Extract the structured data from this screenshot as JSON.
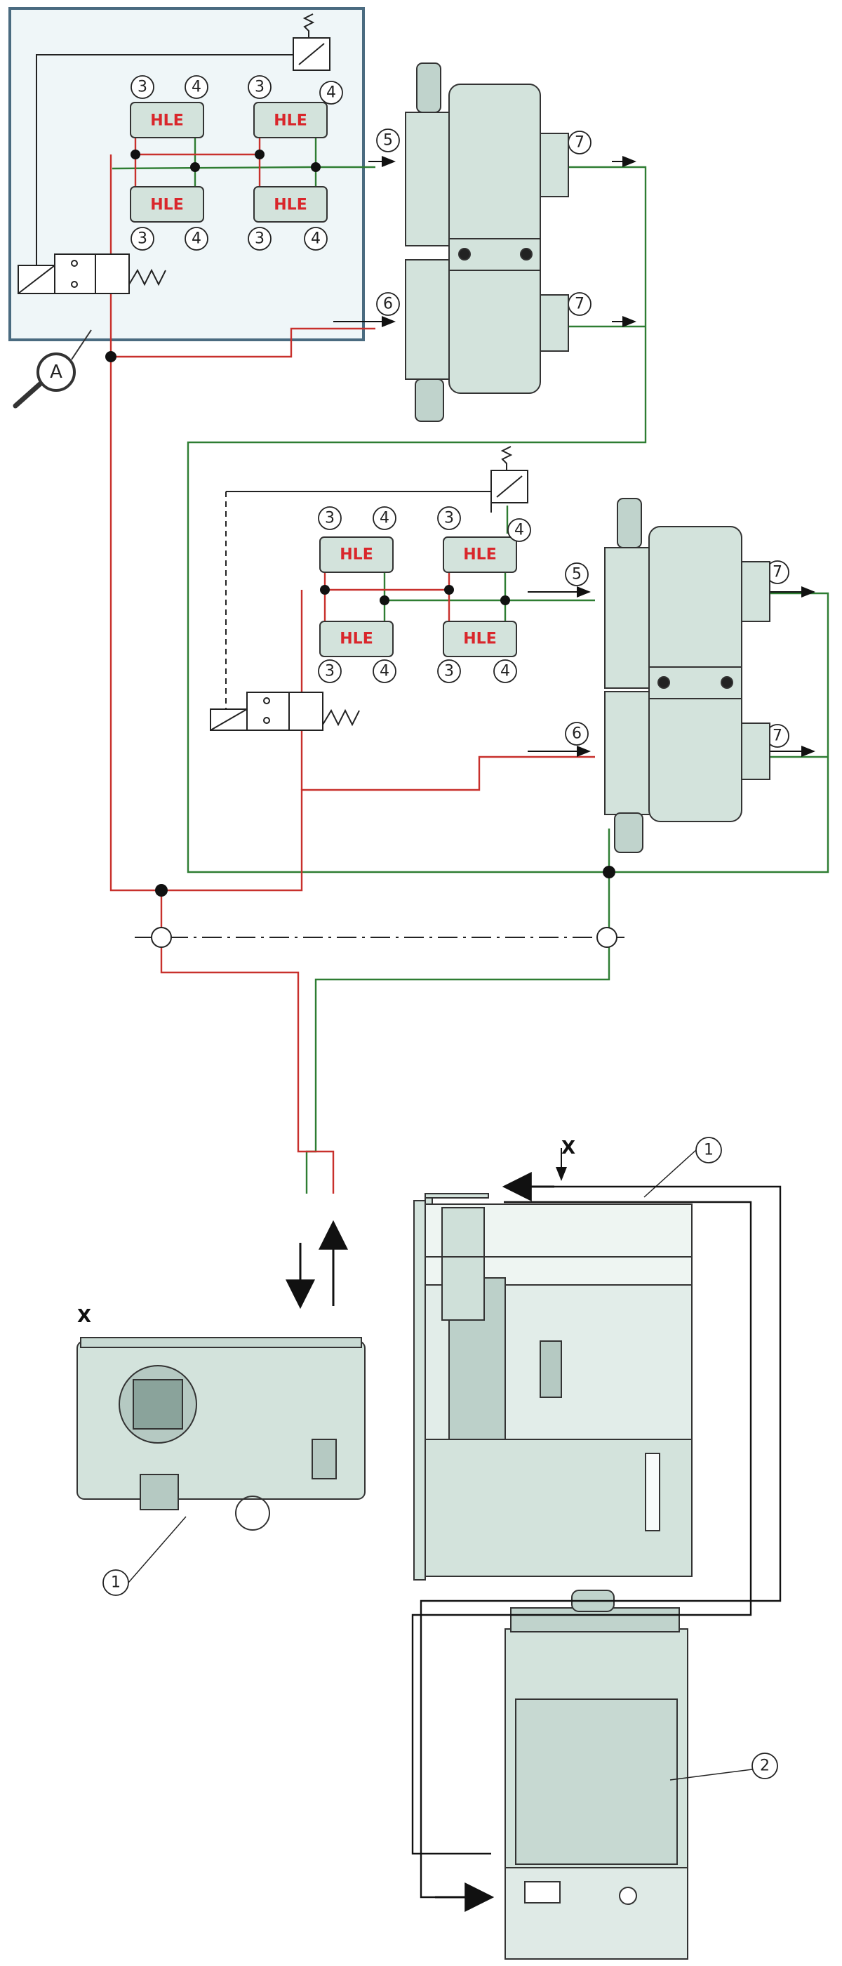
{
  "valve_label": "HLE",
  "detail_label": "A",
  "view_label": "X",
  "callouts": {
    "three": "3",
    "four": "4",
    "five": "5",
    "six": "6",
    "seven": "7",
    "one": "1",
    "two": "2"
  },
  "colors": {
    "red_line": "#c8302c",
    "green_line": "#2e7d32",
    "machine_fill": "#d3e3dc",
    "frame_border": "#4a6b80",
    "frame_fill": "#eff6f8",
    "hle_text": "#d9262b"
  },
  "icons": [
    "magnifier-icon",
    "pressure-switch-icon",
    "solenoid-valve-icon",
    "spring-icon",
    "arrow-icon"
  ]
}
